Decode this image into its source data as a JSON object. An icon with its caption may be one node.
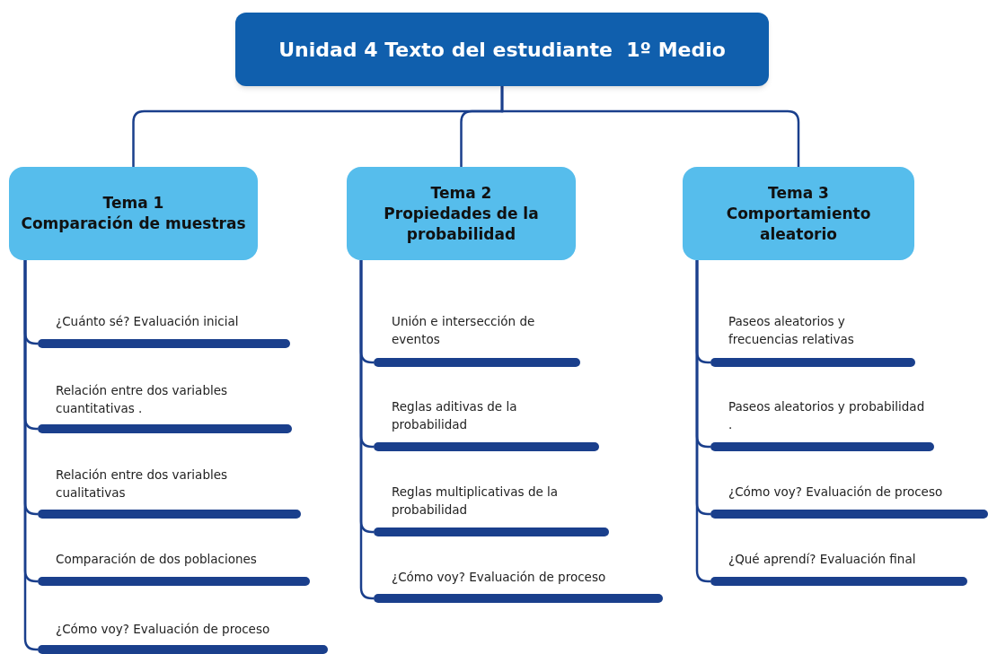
{
  "diagram": {
    "nodes": [
      {
        "text": [
          "Unidad 4 Texto del estudiante  1º Medio"
        ]
      },
      {
        "text": [
          "Tema 1",
          "Comparación de muestras"
        ]
      },
      {
        "text": [
          "Tema 2",
          "Propiedades de la probabilidad"
        ]
      },
      {
        "text": [
          "Tema 3",
          "Comportamiento aleatorio"
        ]
      },
      {
        "text": [
          "¿Cuánto sé? Evaluación inicial"
        ]
      },
      {
        "text": [
          "Relación entre dos variables cuantitativas ."
        ]
      },
      {
        "text": [
          "Relación entre dos variables cualitativas"
        ]
      },
      {
        "text": [
          "Comparación de dos poblaciones"
        ]
      },
      {
        "text": [
          "¿Cómo voy? Evaluación de proceso"
        ]
      },
      {
        "text": [
          "Unión e intersección de eventos"
        ]
      },
      {
        "text": [
          "Reglas aditivas de la probabilidad"
        ]
      },
      {
        "text": [
          "Reglas multiplicativas de la probabilidad"
        ]
      },
      {
        "text": [
          "¿Cómo voy? Evaluación de proceso"
        ]
      },
      {
        "text": [
          "Paseos aleatorios y frecuencias relativas"
        ]
      },
      {
        "text": [
          "Paseos aleatorios y probabilidad ."
        ]
      },
      {
        "text": [
          "¿Cómo voy? Evaluación de proceso"
        ]
      },
      {
        "text": [
          "¿Qué aprendí? Evaluación final"
        ]
      }
    ],
    "edges": [
      {
        "from": 0,
        "to": 1,
        "arrow": "none"
      },
      {
        "from": 0,
        "to": 2,
        "arrow": "none"
      },
      {
        "from": 0,
        "to": 3,
        "arrow": "none"
      },
      {
        "from": 1,
        "to": 4,
        "arrow": "none"
      },
      {
        "from": 1,
        "to": 5,
        "arrow": "none"
      },
      {
        "from": 1,
        "to": 6,
        "arrow": "none"
      },
      {
        "from": 1,
        "to": 7,
        "arrow": "none"
      },
      {
        "from": 1,
        "to": 8,
        "arrow": "none"
      },
      {
        "from": 2,
        "to": 9,
        "arrow": "none"
      },
      {
        "from": 2,
        "to": 10,
        "arrow": "none"
      },
      {
        "from": 2,
        "to": 11,
        "arrow": "none"
      },
      {
        "from": 2,
        "to": 12,
        "arrow": "none"
      },
      {
        "from": 3,
        "to": 13,
        "arrow": "none"
      },
      {
        "from": 3,
        "to": 14,
        "arrow": "none"
      },
      {
        "from": 3,
        "to": 15,
        "arrow": "none"
      },
      {
        "from": 3,
        "to": 16,
        "arrow": "none"
      }
    ]
  }
}
